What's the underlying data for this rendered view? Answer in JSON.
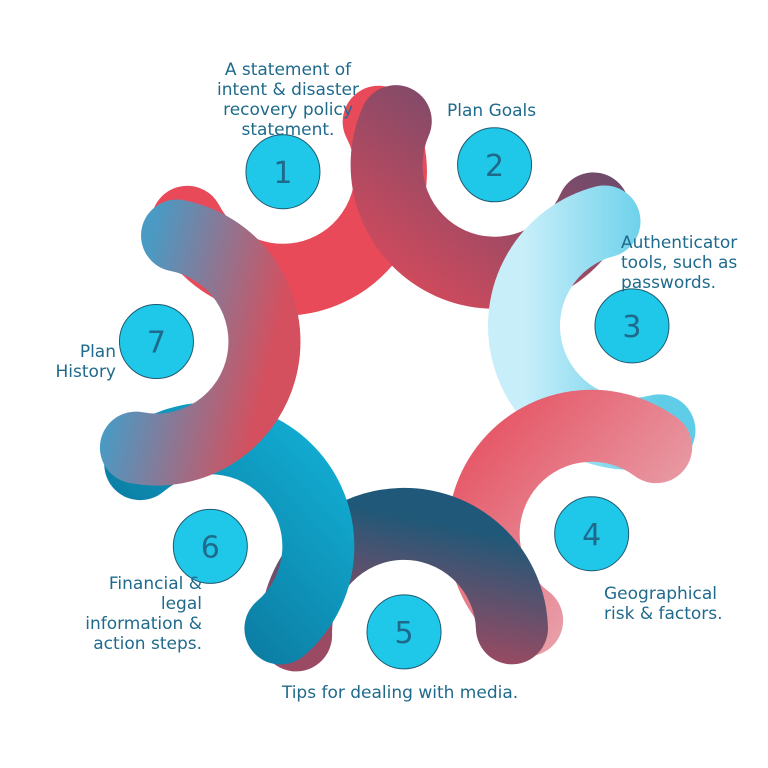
{
  "diagram": {
    "type": "circular-seven-step",
    "colors": {
      "number_circle_fill": "#1fc8e8",
      "number_circle_stroke": "#1f5a70",
      "text": "#1f6a8c"
    },
    "steps": [
      {
        "number": "1",
        "label": "A statement of\nintent & disaster\nrecovery policy\nstatement.",
        "gradient": [
          "#e84a5a",
          "#e84a5a"
        ]
      },
      {
        "number": "2",
        "label": "Plan Goals",
        "gradient": [
          "#5e4b6e",
          "#d24a5c"
        ]
      },
      {
        "number": "3",
        "label": "Authenticator\ntools, such as\npasswords.",
        "gradient": [
          "#c8eefa",
          "#5fcde8"
        ]
      },
      {
        "number": "4",
        "label": "Geographical\nrisk & factors.",
        "gradient": [
          "#e65666",
          "#e8b4bc"
        ]
      },
      {
        "number": "5",
        "label": "Tips for dealing with media.",
        "gradient": [
          "#1f5878",
          "#9a4a62"
        ]
      },
      {
        "number": "6",
        "label": "Financial &\nlegal\ninformation &\naction steps.",
        "gradient": [
          "#12acd2",
          "#0a6e94"
        ]
      },
      {
        "number": "7",
        "label": "Plan\nHistory",
        "gradient": [
          "#4a9ac4",
          "#d4505e"
        ]
      }
    ]
  }
}
